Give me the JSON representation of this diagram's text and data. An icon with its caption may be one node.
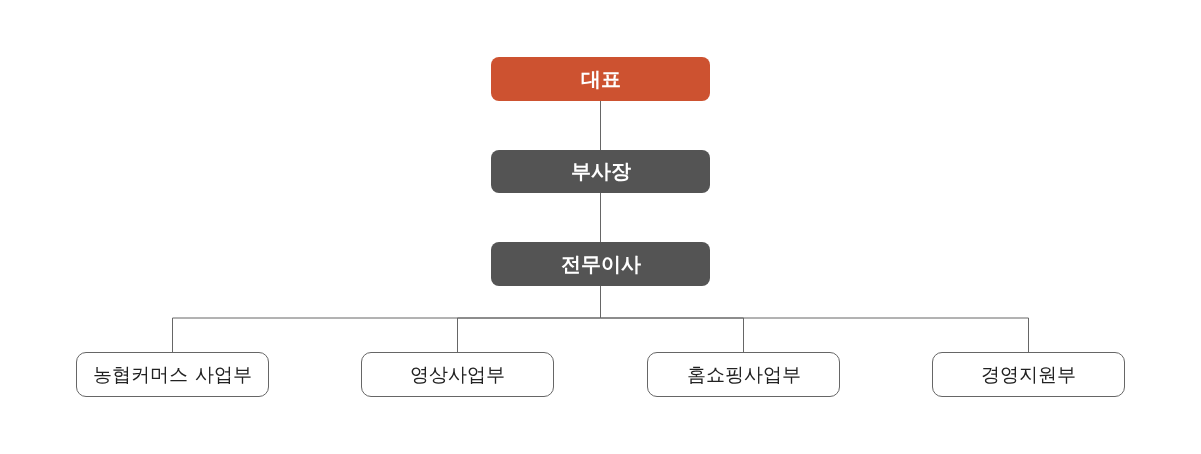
{
  "diagram": {
    "nodes": [
      {
        "text": [
          "대표"
        ]
      },
      {
        "text": [
          "부사장"
        ]
      },
      {
        "text": [
          "전무이사"
        ]
      },
      {
        "text": [
          "농협커머스 사업부"
        ]
      },
      {
        "text": [
          "영상사업부"
        ]
      },
      {
        "text": [
          "홈쇼핑사업부"
        ]
      },
      {
        "text": [
          "경영지원부"
        ]
      }
    ],
    "edges": [
      {
        "from": 0,
        "to": 1,
        "arrow": "none"
      },
      {
        "from": 1,
        "to": 2,
        "arrow": "none"
      },
      {
        "from": 2,
        "to": 3,
        "arrow": "none"
      },
      {
        "from": 2,
        "to": 4,
        "arrow": "none"
      },
      {
        "from": 2,
        "to": 5,
        "arrow": "none"
      },
      {
        "from": 2,
        "to": 6,
        "arrow": "none"
      }
    ]
  }
}
